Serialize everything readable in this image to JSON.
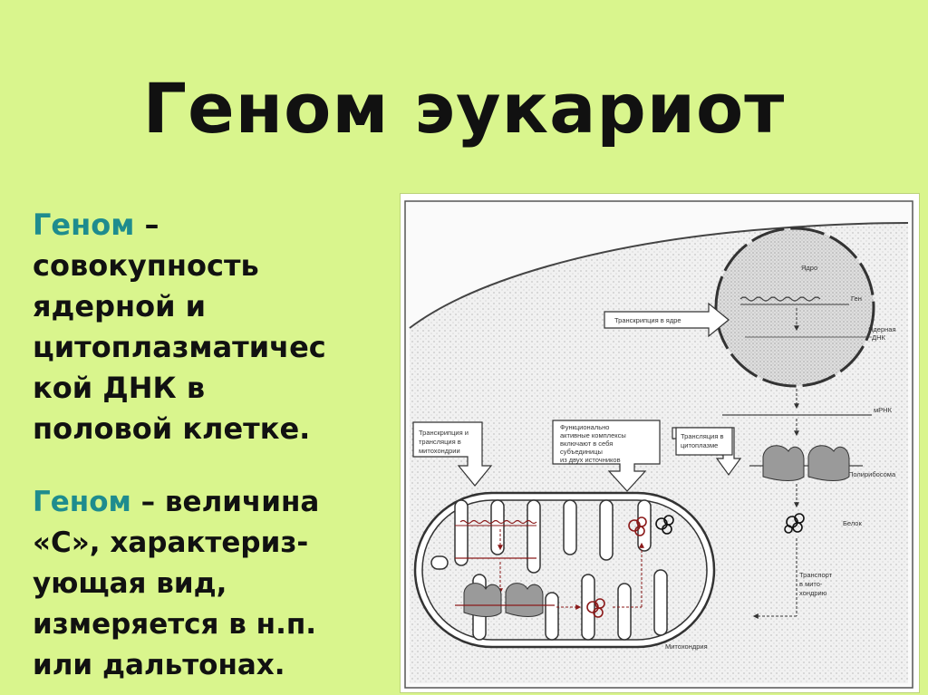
{
  "slide": {
    "title": "Геном эукариот",
    "def1": {
      "term": "Геном",
      "dash": " –",
      "lines": [
        "совокупность",
        "ядерной и",
        "цитоплазматичес",
        "кой ДНК в",
        "половой клетке."
      ]
    },
    "def2": {
      "term": "Геном",
      "rest": " – величина",
      "lines": [
        "«С», характериз-",
        "ующая вид,",
        "измеряется в н.п.",
        "или дальтонах."
      ]
    }
  },
  "diagram": {
    "labels": {
      "nucleus": "Ядро",
      "gene": "Ген",
      "nuclear_dna_1": "Ядерная",
      "nuclear_dna_2": "ДНК",
      "mrna": "мРНК",
      "transcription_nucleus": "Транскрипция в ядре",
      "mito_tx_1": "Транскрипция и",
      "mito_tx_2": "трансляция в",
      "mito_tx_3": "митохондрии",
      "func_1": "Функционально",
      "func_2": "активные комплексы",
      "func_3": "включают в себя",
      "func_4": "субъединицы",
      "func_5": "из двух источников",
      "cyto_tl_1": "Трансляция в",
      "cyto_tl_2": "цитоплазме",
      "polyribosome": "Полирибосома",
      "protein": "Белок",
      "transport_1": "Транспорт",
      "transport_2": "в мито-",
      "transport_3": "хондрию",
      "mitochondrion": "Митохондрия"
    },
    "colors": {
      "dark_red": "#8b1a1a",
      "gray": "#888888",
      "stipple": "#eeeeee"
    }
  }
}
